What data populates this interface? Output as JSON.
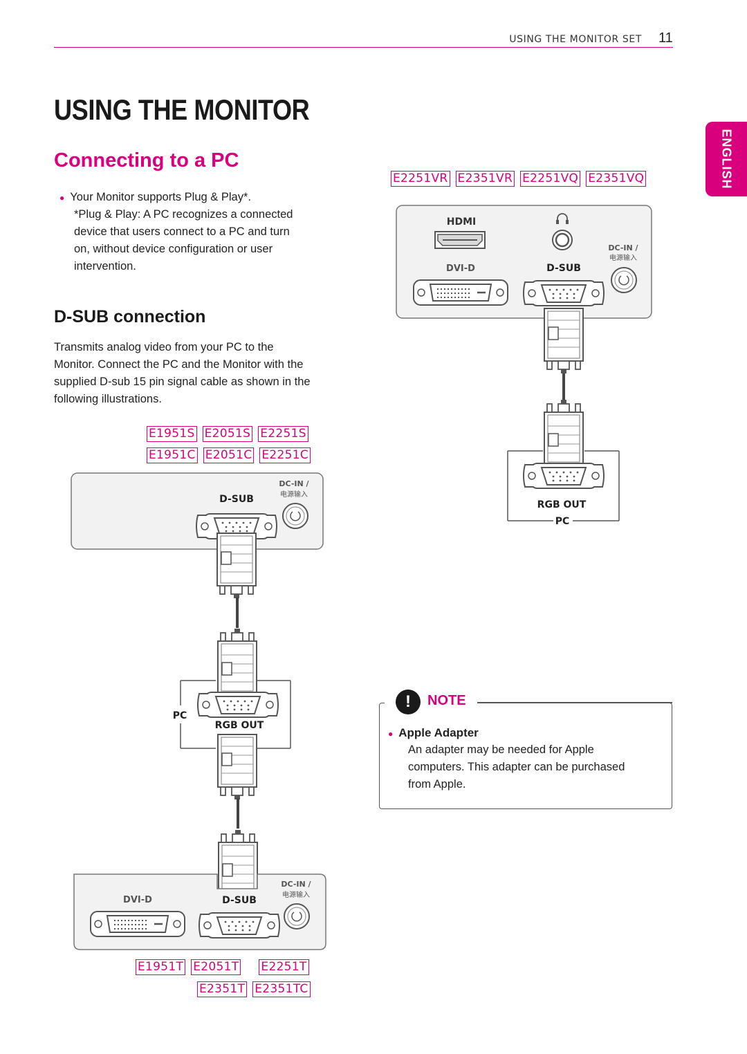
{
  "header": {
    "section": "USING THE MONITOR SET",
    "page_number": "11"
  },
  "title": "USING THE MONITOR",
  "section_title": "Connecting to a PC",
  "language_tab": "ENGLISH",
  "intro": {
    "bullet": "Your Monitor supports Plug & Play*.",
    "footnote_lines": [
      "*Plug & Play: A PC recognizes a connected",
      "device that users connect to a PC and turn",
      "on, without device configuration or user",
      "intervention."
    ]
  },
  "dsub": {
    "heading": "D-SUB connection",
    "lines": [
      "Transmits analog video from your PC to the",
      "Monitor. Connect the PC and the Monitor with the",
      "supplied D-sub 15 pin signal cable as shown in the",
      "following illustrations."
    ]
  },
  "models_right": [
    "E2251VR",
    "E2351VR",
    "E2251VQ",
    "E2351VQ"
  ],
  "models_left_row1": [
    "E1951S",
    "E2051S",
    "E2251S"
  ],
  "models_left_row2": [
    "E1951C",
    "E2051C",
    "E2251C"
  ],
  "models_bottom_row1": [
    "E1951T",
    "E2051T",
    "E2251T"
  ],
  "models_bottom_row2": [
    "E2351T",
    "E2351TC"
  ],
  "port_labels": {
    "hdmi": "HDMI",
    "dvi": "DVI-D",
    "dsub": "D-SUB",
    "dcin": "DC-IN /",
    "dcin_cn": "电源输入",
    "rgb_out": "RGB OUT",
    "pc": "PC"
  },
  "note": {
    "label": "NOTE",
    "icon": "exclamation-icon",
    "item_title": "Apple Adapter",
    "item_lines": [
      "An adapter may be needed for Apple",
      "computers. This adapter can be purchased",
      "from Apple."
    ]
  },
  "colors": {
    "accent": "#d9007e",
    "text": "#1a1a1a",
    "diagram_stroke": "#555555",
    "panel_fill": "#f2f2f2"
  }
}
